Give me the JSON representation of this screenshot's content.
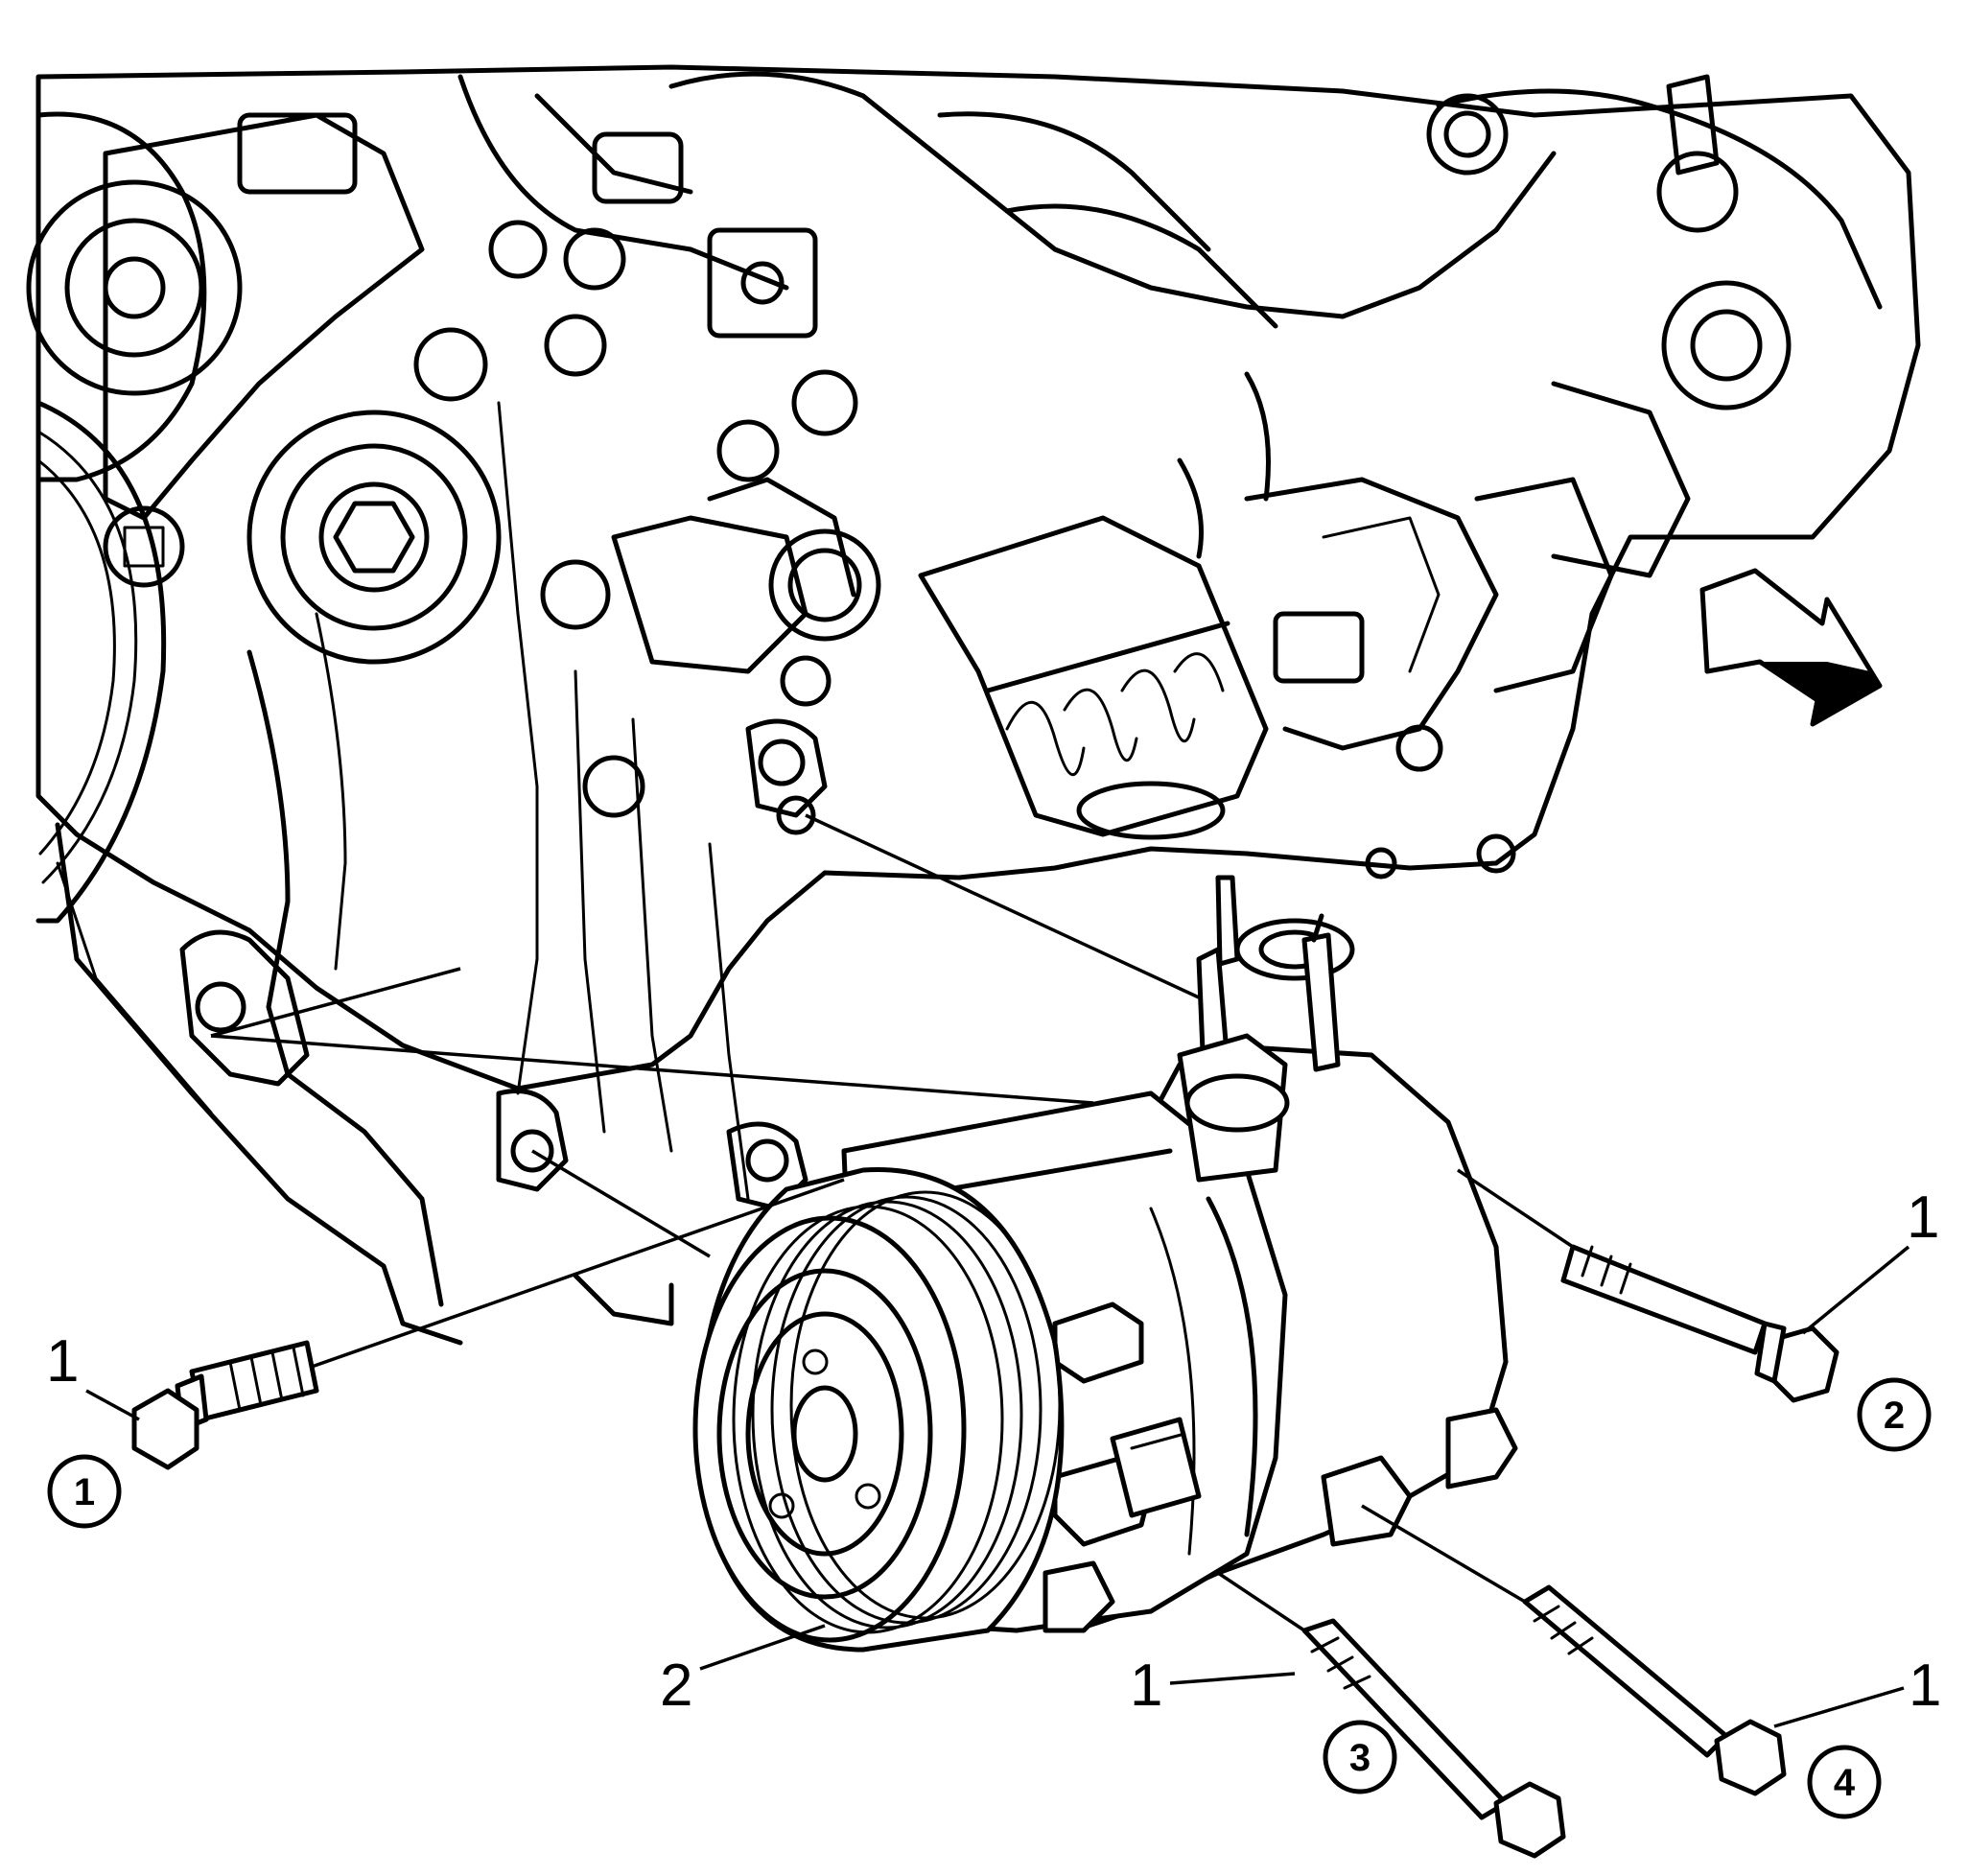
{
  "callouts": {
    "bolt_left": "1",
    "bolt_top_right": "1",
    "bolt_bottom_mid": "1",
    "bolt_bottom_right": "1",
    "compressor": "2"
  },
  "sequence": {
    "seq_1": "1",
    "seq_2": "2",
    "seq_3": "3",
    "seq_4": "4"
  },
  "icons": {
    "direction_arrow": "front-direction-arrow-icon"
  }
}
